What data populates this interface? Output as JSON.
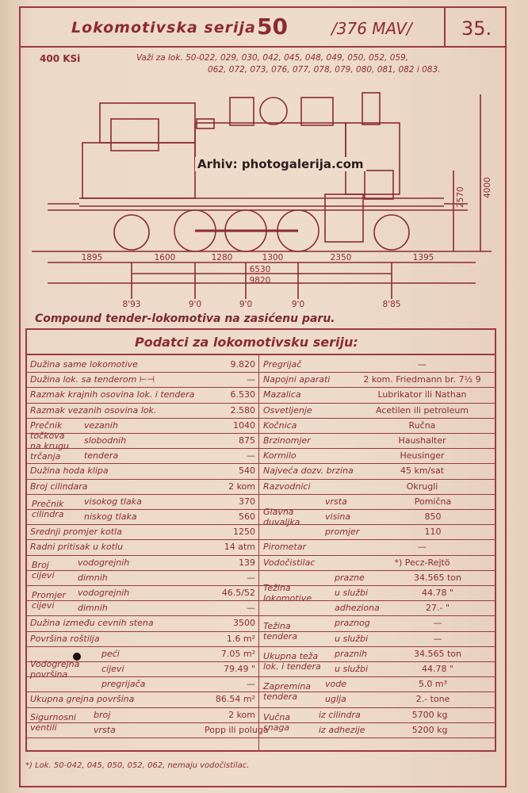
{
  "header": {
    "title": "Lokomotivska serija",
    "series": "50",
    "mav": "/376 MAV/",
    "page": "35."
  },
  "power": "400 KSi",
  "valid_line1": "Važi za lok. 50-022, 029, 030, 042, 045, 048, 049, 050, 052, 059,",
  "valid_line2": "062, 072, 073, 076, 077, 078, 079, 080, 081, 082 i 083.",
  "archive": "Arhiv: photogalerija.com",
  "dims": {
    "d1": "1895",
    "d2": "1600",
    "d3": "1280",
    "d4": "1300",
    "d5": "2350",
    "d6": "1395",
    "total1": "6530",
    "total2": "9820",
    "h1": "2570",
    "h2": "4000"
  },
  "axle_loads": [
    "8'93",
    "9'0",
    "9'0",
    "9'0",
    "8'85"
  ],
  "subtitle": "Compound tender-lokomotiva na zasićenu paru.",
  "table_title": "Podatci za lokomotivsku seriju:",
  "left": {
    "r1": {
      "label": "Dužina same lokomotive",
      "value": "9.820"
    },
    "r2": {
      "label": "Dužina lok. sa tenderom ⊢⊣",
      "value": "—"
    },
    "r3": {
      "label": "Razmak krajnih osovina lok. i tendera",
      "value": "6.530"
    },
    "r4": {
      "label": "Razmak vezanih osovina lok.",
      "value": "2.580"
    },
    "wheel_group": [
      "Prečnik",
      "točkova",
      "na krugu",
      "trčanja"
    ],
    "r5": {
      "label": "vezanih",
      "value": "1040"
    },
    "r6": {
      "label": "slobodnih",
      "value": "875"
    },
    "r7": {
      "label": "tendera",
      "value": "—"
    },
    "r8": {
      "label": "Dužina hoda klipa",
      "value": "540"
    },
    "r9": {
      "label": "Broj cilindara",
      "value": "2 kom"
    },
    "cyl_group": [
      "Prečnik",
      "cilindra"
    ],
    "r10": {
      "label": "visokog tlaka",
      "value": "370"
    },
    "r11": {
      "label": "niskog tlaka",
      "value": "560"
    },
    "r12": {
      "label": "Srednji promjer kotla",
      "value": "1250"
    },
    "r13": {
      "label": "Radni pritisak u kotlu",
      "value": "14 atm"
    },
    "tube_group": [
      "Broj",
      "cijevi"
    ],
    "r14": {
      "label": "vodogrejnih",
      "value": "139"
    },
    "r15": {
      "label": "dimnih",
      "value": "—"
    },
    "diam_group": [
      "Promjer",
      "cijevi"
    ],
    "r16": {
      "label": "vodogrejnih",
      "value": "46.5/52"
    },
    "r17": {
      "label": "dimnih",
      "value": "—"
    },
    "r18": {
      "label": "Dužina između cevnih stena",
      "value": "3500"
    },
    "r19": {
      "label": "Površina roštilja",
      "value": "1.6 m²"
    },
    "heat_group": [
      "Vodogrejna",
      "površina"
    ],
    "r20": {
      "label": "peći",
      "value": "7.05 m²"
    },
    "r21": {
      "label": "cijevi",
      "value": "79.49 \""
    },
    "r22": {
      "label": "pregrijača",
      "value": "—"
    },
    "r23": {
      "label": "Ukupna grejna površina",
      "value": "86.54 m²"
    },
    "valve_group": [
      "Sigurnosni",
      "ventili"
    ],
    "r24": {
      "label": "broj",
      "value": "2 kom"
    },
    "r25": {
      "label": "vrsta",
      "value": "Popp ili poluga"
    }
  },
  "right": {
    "r1": {
      "label": "Pregrijač",
      "value": "—"
    },
    "r2": {
      "label": "Napojni aparati",
      "value": "2 kom. Friedmann br. 7½ 9"
    },
    "r3": {
      "label": "Mazalica",
      "value": "Lubrikator ili Nathan"
    },
    "r4": {
      "label": "Osvetljenje",
      "value": "Acetilen ili petroleum"
    },
    "r5": {
      "label": "Kočnica",
      "value": "Ručna"
    },
    "r6": {
      "label": "Brzinomjer",
      "value": "Haushalter"
    },
    "r7": {
      "label": "Kormilo",
      "value": "Heusinger"
    },
    "r8": {
      "label": "Najveća dozv. brzina",
      "value": "45 km/sat"
    },
    "r9": {
      "label": "Razvodnici",
      "value": "Okrugli"
    },
    "dome_group": [
      "Glavna",
      "duvaljka"
    ],
    "r10": {
      "label": "vrsta",
      "value": "Pomična"
    },
    "r11": {
      "label": "visina",
      "value": "850"
    },
    "r12": {
      "label": "promjer",
      "value": "110"
    },
    "r13": {
      "label": "Pirometar",
      "value": "—"
    },
    "r14": {
      "label": "Vodočistilac",
      "value": "*) Pecz-Rejtö"
    },
    "loco_weight_group": [
      "Težina",
      "lokomotive"
    ],
    "r15": {
      "label": "prazne",
      "value": "34.565 ton"
    },
    "r16": {
      "label": "u službi",
      "value": "44.78 \""
    },
    "r17": {
      "label": "adheziona",
      "value": "27.- \""
    },
    "tender_weight_group": [
      "Težina",
      "tendera"
    ],
    "r18": {
      "label": "praznog",
      "value": "—"
    },
    "r19": {
      "label": "u službi",
      "value": "—"
    },
    "total_weight_group": [
      "Ukupna teža",
      "lok. i tendera"
    ],
    "r20": {
      "label": "praznih",
      "value": "34.565 ton"
    },
    "r21": {
      "label": "u službi",
      "value": "44.78 \""
    },
    "capacity_group": [
      "Zapremina",
      "tendera"
    ],
    "r22": {
      "label": "vode",
      "value": "5.0 m³"
    },
    "r23": {
      "label": "uglja",
      "value": "2.- tone"
    },
    "traction_group": [
      "Vučna",
      "snaga"
    ],
    "r24": {
      "label": "iz cilindra",
      "value": "5700 kg"
    },
    "r25": {
      "label": "iz adhezije",
      "value": "5200 kg"
    }
  },
  "footnote": "*) Lok. 50-042, 045, 050, 052, 062, nemaju vodočistilac."
}
